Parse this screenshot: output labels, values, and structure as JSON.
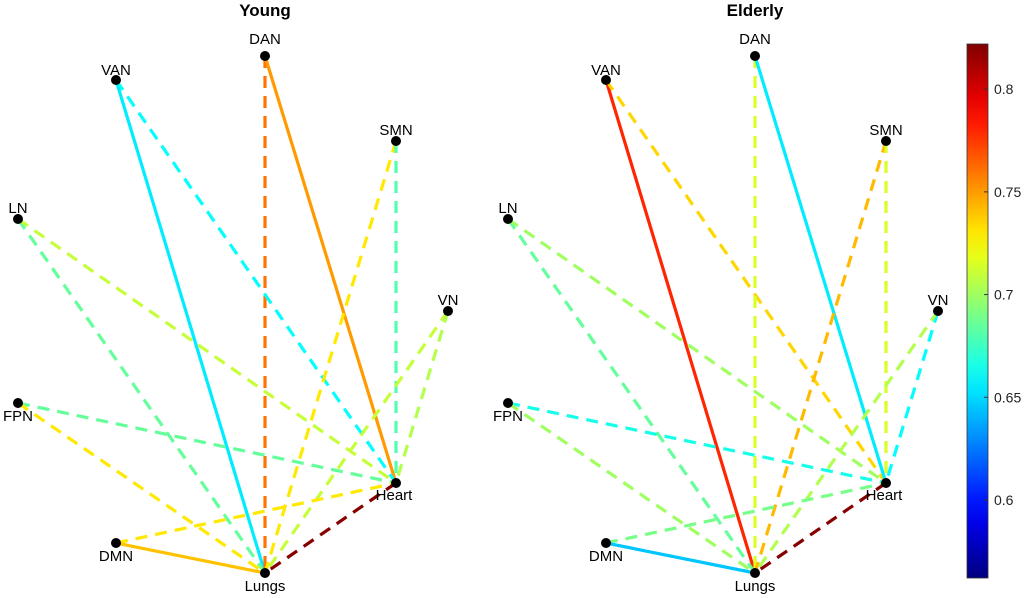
{
  "panels": [
    {
      "title": "Young",
      "nodes": [
        "DAN",
        "VAN",
        "SMN",
        "LN",
        "VN",
        "FPN",
        "Heart",
        "DMN",
        "Lungs"
      ],
      "edges": [
        {
          "from": "VAN",
          "to": "Lungs",
          "value": 0.655,
          "style": "solid"
        },
        {
          "from": "DAN",
          "to": "Lungs",
          "value": 0.76,
          "style": "dashed"
        },
        {
          "from": "DAN",
          "to": "Heart",
          "value": 0.75,
          "style": "solid"
        },
        {
          "from": "VAN",
          "to": "Heart",
          "value": 0.66,
          "style": "dashed"
        },
        {
          "from": "SMN",
          "to": "Lungs",
          "value": 0.73,
          "style": "dashed"
        },
        {
          "from": "SMN",
          "to": "Heart",
          "value": 0.68,
          "style": "dashed"
        },
        {
          "from": "LN",
          "to": "Lungs",
          "value": 0.685,
          "style": "dashed"
        },
        {
          "from": "LN",
          "to": "Heart",
          "value": 0.71,
          "style": "dashed"
        },
        {
          "from": "VN",
          "to": "Lungs",
          "value": 0.71,
          "style": "dashed"
        },
        {
          "from": "VN",
          "to": "Heart",
          "value": 0.705,
          "style": "dashed"
        },
        {
          "from": "FPN",
          "to": "Heart",
          "value": 0.685,
          "style": "dashed"
        },
        {
          "from": "FPN",
          "to": "Lungs",
          "value": 0.73,
          "style": "dashed"
        },
        {
          "from": "DMN",
          "to": "Heart",
          "value": 0.73,
          "style": "dashed"
        },
        {
          "from": "DMN",
          "to": "Lungs",
          "value": 0.74,
          "style": "solid"
        },
        {
          "from": "Heart",
          "to": "Lungs",
          "value": 0.82,
          "style": "dashed"
        }
      ]
    },
    {
      "title": "Elderly",
      "nodes": [
        "DAN",
        "VAN",
        "SMN",
        "LN",
        "VN",
        "FPN",
        "Heart",
        "DMN",
        "Lungs"
      ],
      "edges": [
        {
          "from": "VAN",
          "to": "Lungs",
          "value": 0.78,
          "style": "solid"
        },
        {
          "from": "VAN",
          "to": "Heart",
          "value": 0.735,
          "style": "dashed"
        },
        {
          "from": "DAN",
          "to": "Lungs",
          "value": 0.715,
          "style": "dashed"
        },
        {
          "from": "DAN",
          "to": "Heart",
          "value": 0.655,
          "style": "solid"
        },
        {
          "from": "SMN",
          "to": "Lungs",
          "value": 0.742,
          "style": "dashed"
        },
        {
          "from": "SMN",
          "to": "Heart",
          "value": 0.715,
          "style": "dashed"
        },
        {
          "from": "LN",
          "to": "Lungs",
          "value": 0.685,
          "style": "dashed"
        },
        {
          "from": "LN",
          "to": "Heart",
          "value": 0.7,
          "style": "dashed"
        },
        {
          "from": "VN",
          "to": "Heart",
          "value": 0.66,
          "style": "dashed"
        },
        {
          "from": "VN",
          "to": "Lungs",
          "value": 0.705,
          "style": "dashed"
        },
        {
          "from": "FPN",
          "to": "Heart",
          "value": 0.665,
          "style": "dashed"
        },
        {
          "from": "FPN",
          "to": "Lungs",
          "value": 0.7,
          "style": "dashed"
        },
        {
          "from": "DMN",
          "to": "Heart",
          "value": 0.69,
          "style": "dashed"
        },
        {
          "from": "DMN",
          "to": "Lungs",
          "value": 0.645,
          "style": "solid"
        },
        {
          "from": "Heart",
          "to": "Lungs",
          "value": 0.82,
          "style": "dashed"
        }
      ]
    }
  ],
  "colorbar": {
    "colormap": "jet",
    "range": [
      0.562,
      0.822
    ],
    "ticks": [
      "0.6",
      "0.65",
      "0.7",
      "0.75",
      "0.8"
    ]
  }
}
